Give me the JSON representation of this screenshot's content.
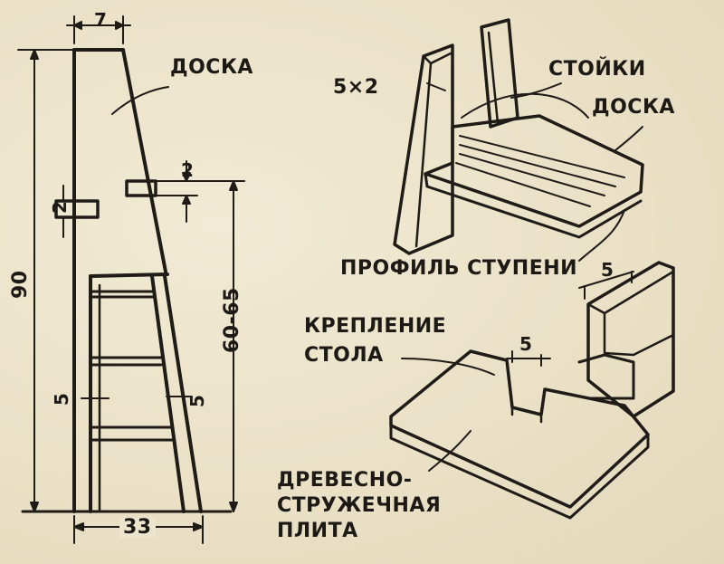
{
  "labels": {
    "board_left": "ДОСКА",
    "dim_top_width": "7",
    "dim_height_total": "90",
    "dim_cleat_left": "2",
    "dim_cleat_right": "2",
    "dim_seat_height": "60-65",
    "dim_leg_left": "5",
    "dim_leg_right": "5",
    "dim_base_width": "33",
    "dim_post_section": "5×2",
    "posts": "СТОЙКИ",
    "board_right": "ДОСКА",
    "step_profile": "ПРОФИЛЬ СТУПЕНИ",
    "dim_profile": "5",
    "table_mount_line1": "КРЕПЛЕНИЕ",
    "table_mount_line2": "СТОЛА",
    "dim_slot": "5",
    "chipboard_line1": "ДРЕВЕСНО-",
    "chipboard_line2": "СТРУЖЕЧНАЯ",
    "chipboard_line3": "ПЛИТА"
  }
}
